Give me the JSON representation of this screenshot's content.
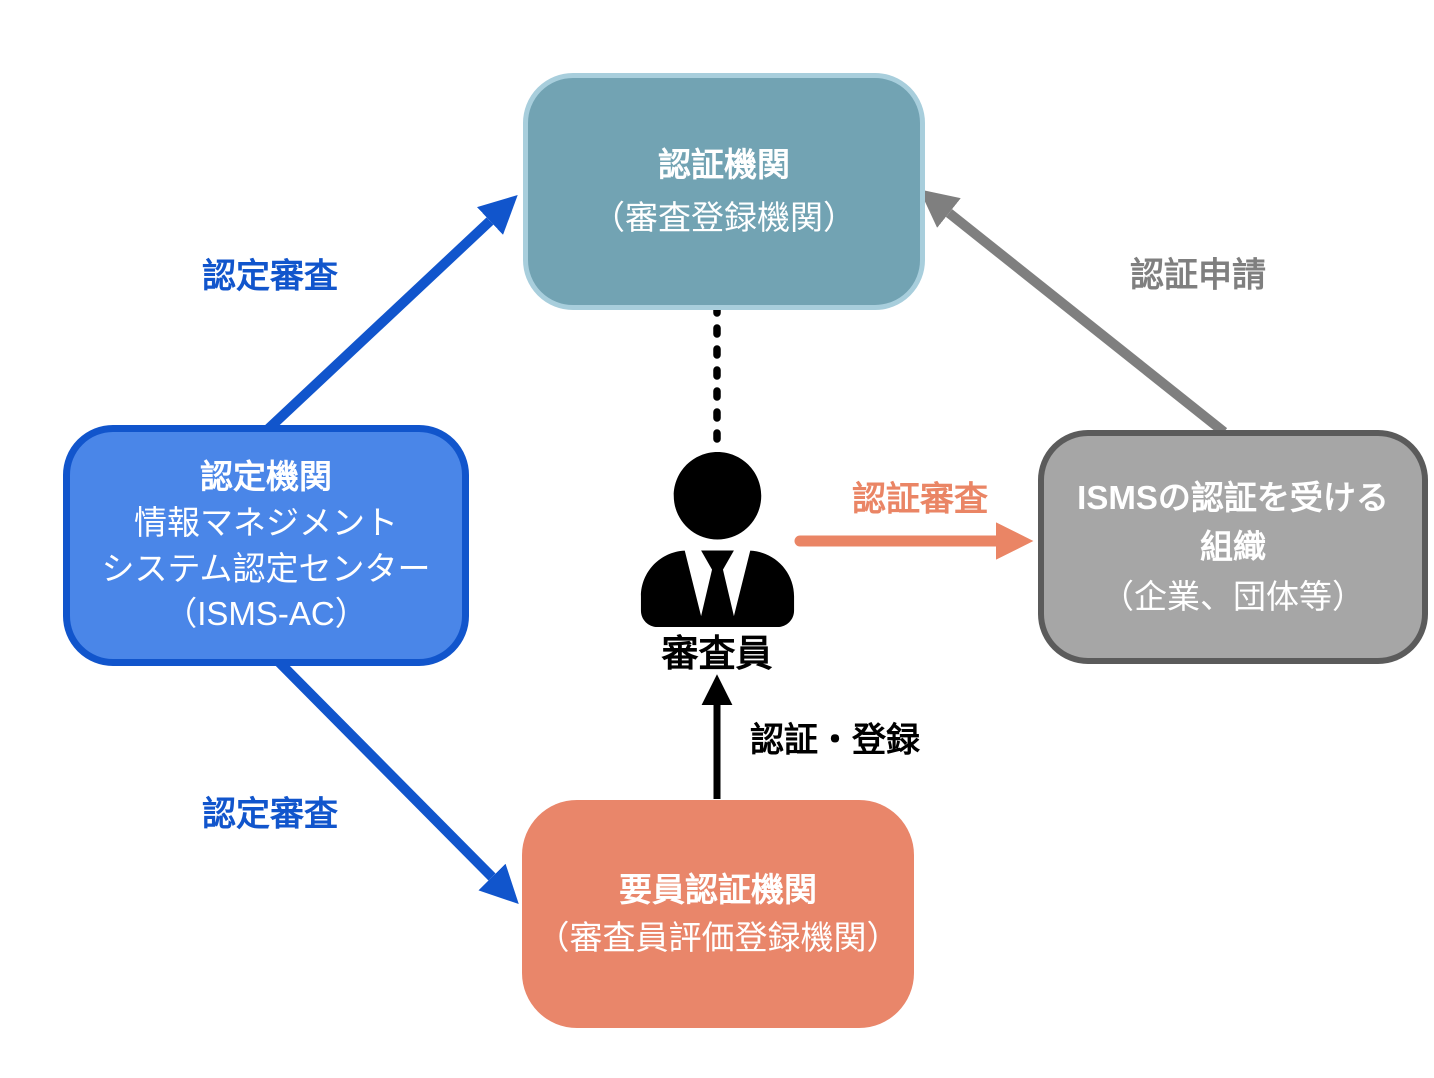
{
  "boxes": {
    "certification_body": {
      "title": "認証機関",
      "subtitle": "（審査登録機関）",
      "fill": "#72A3B3",
      "border": "#A8CEDC"
    },
    "accreditation_body": {
      "title": "認定機関",
      "name_line1": "情報マネジメント",
      "name_line2": "システム認定センター",
      "name_line3": "（ISMS-AC）",
      "fill": "#4A86E8",
      "border": "#1155CC"
    },
    "certified_org": {
      "title_line1": "ISMSの認証を受ける",
      "title_line2": "組織",
      "subtitle": "（企業、団体等）",
      "fill": "#A6A6A6",
      "border": "#5B5B5B"
    },
    "personnel_certification_body": {
      "title": "要員認証機関",
      "subtitle": "（審査員評価登録機関）",
      "fill": "#E9866A"
    }
  },
  "labels": {
    "accreditation_audit_top": "認定審査",
    "accreditation_audit_bottom": "認定審査",
    "certification_application": "認証申請",
    "certification_audit": "認証審査",
    "certification_registration": "認証・登録",
    "auditor": "審査員"
  },
  "icons": {
    "auditor_icon": "businessman-silhouette"
  },
  "colors": {
    "accent_blue": "#1155CC",
    "arrow_gray": "#7F7F7F",
    "arrow_orange": "#EA8565",
    "arrow_black": "#000000",
    "box_teal_fill": "#72A3B3",
    "box_teal_border": "#A8CEDC",
    "box_blue_fill": "#4A86E8",
    "box_blue_border": "#1155CC",
    "box_gray_fill": "#A6A6A6",
    "box_gray_border": "#5B5B5B",
    "box_orange_fill": "#E9866A",
    "background": "#FFFFFF"
  }
}
